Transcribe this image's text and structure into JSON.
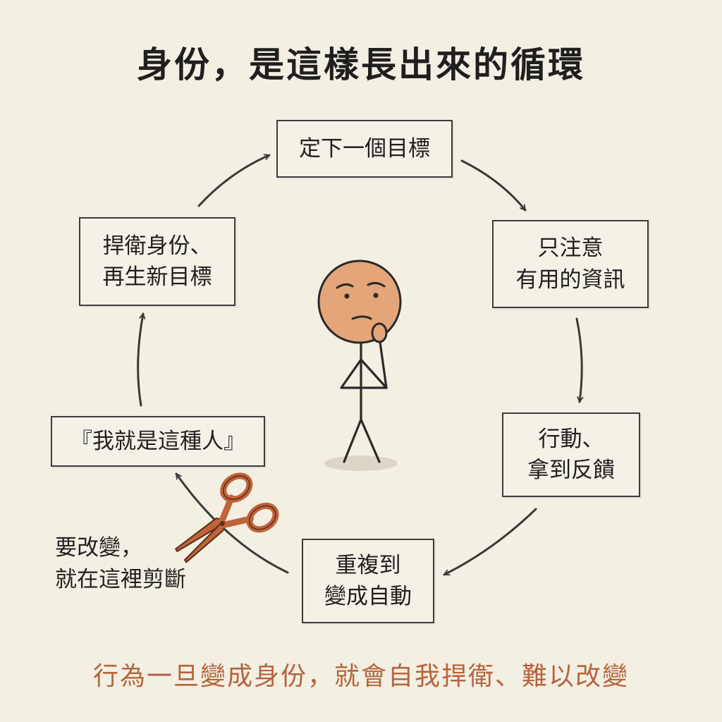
{
  "title": "身份，是這樣長出來的循環",
  "steps": {
    "goal": {
      "line1": "定下一個目標"
    },
    "attention": {
      "line1": "只注意",
      "line2": "有用的資訊"
    },
    "action": {
      "line1": "行動、",
      "line2": "拿到反饋"
    },
    "repeat": {
      "line1": "重複到",
      "line2": "變成自動"
    },
    "identity": {
      "line1": "『我就是這種人』"
    },
    "defend": {
      "line1": "捍衛身份、",
      "line2": "再生新目標"
    }
  },
  "note": {
    "line1": "要改變，",
    "line2": "就在這裡剪斷"
  },
  "footer": "行為一旦變成身份，就會自我捍衛、難以改變",
  "colors": {
    "background": "#f4efe3",
    "box_border": "#3c3c3c",
    "arrow": "#3a3a3a",
    "footer_text": "#b5643c",
    "face": "#e4a578",
    "scissors": "#c0623a"
  },
  "icons": [
    "thinking-stick-figure",
    "scissors-icon"
  ]
}
